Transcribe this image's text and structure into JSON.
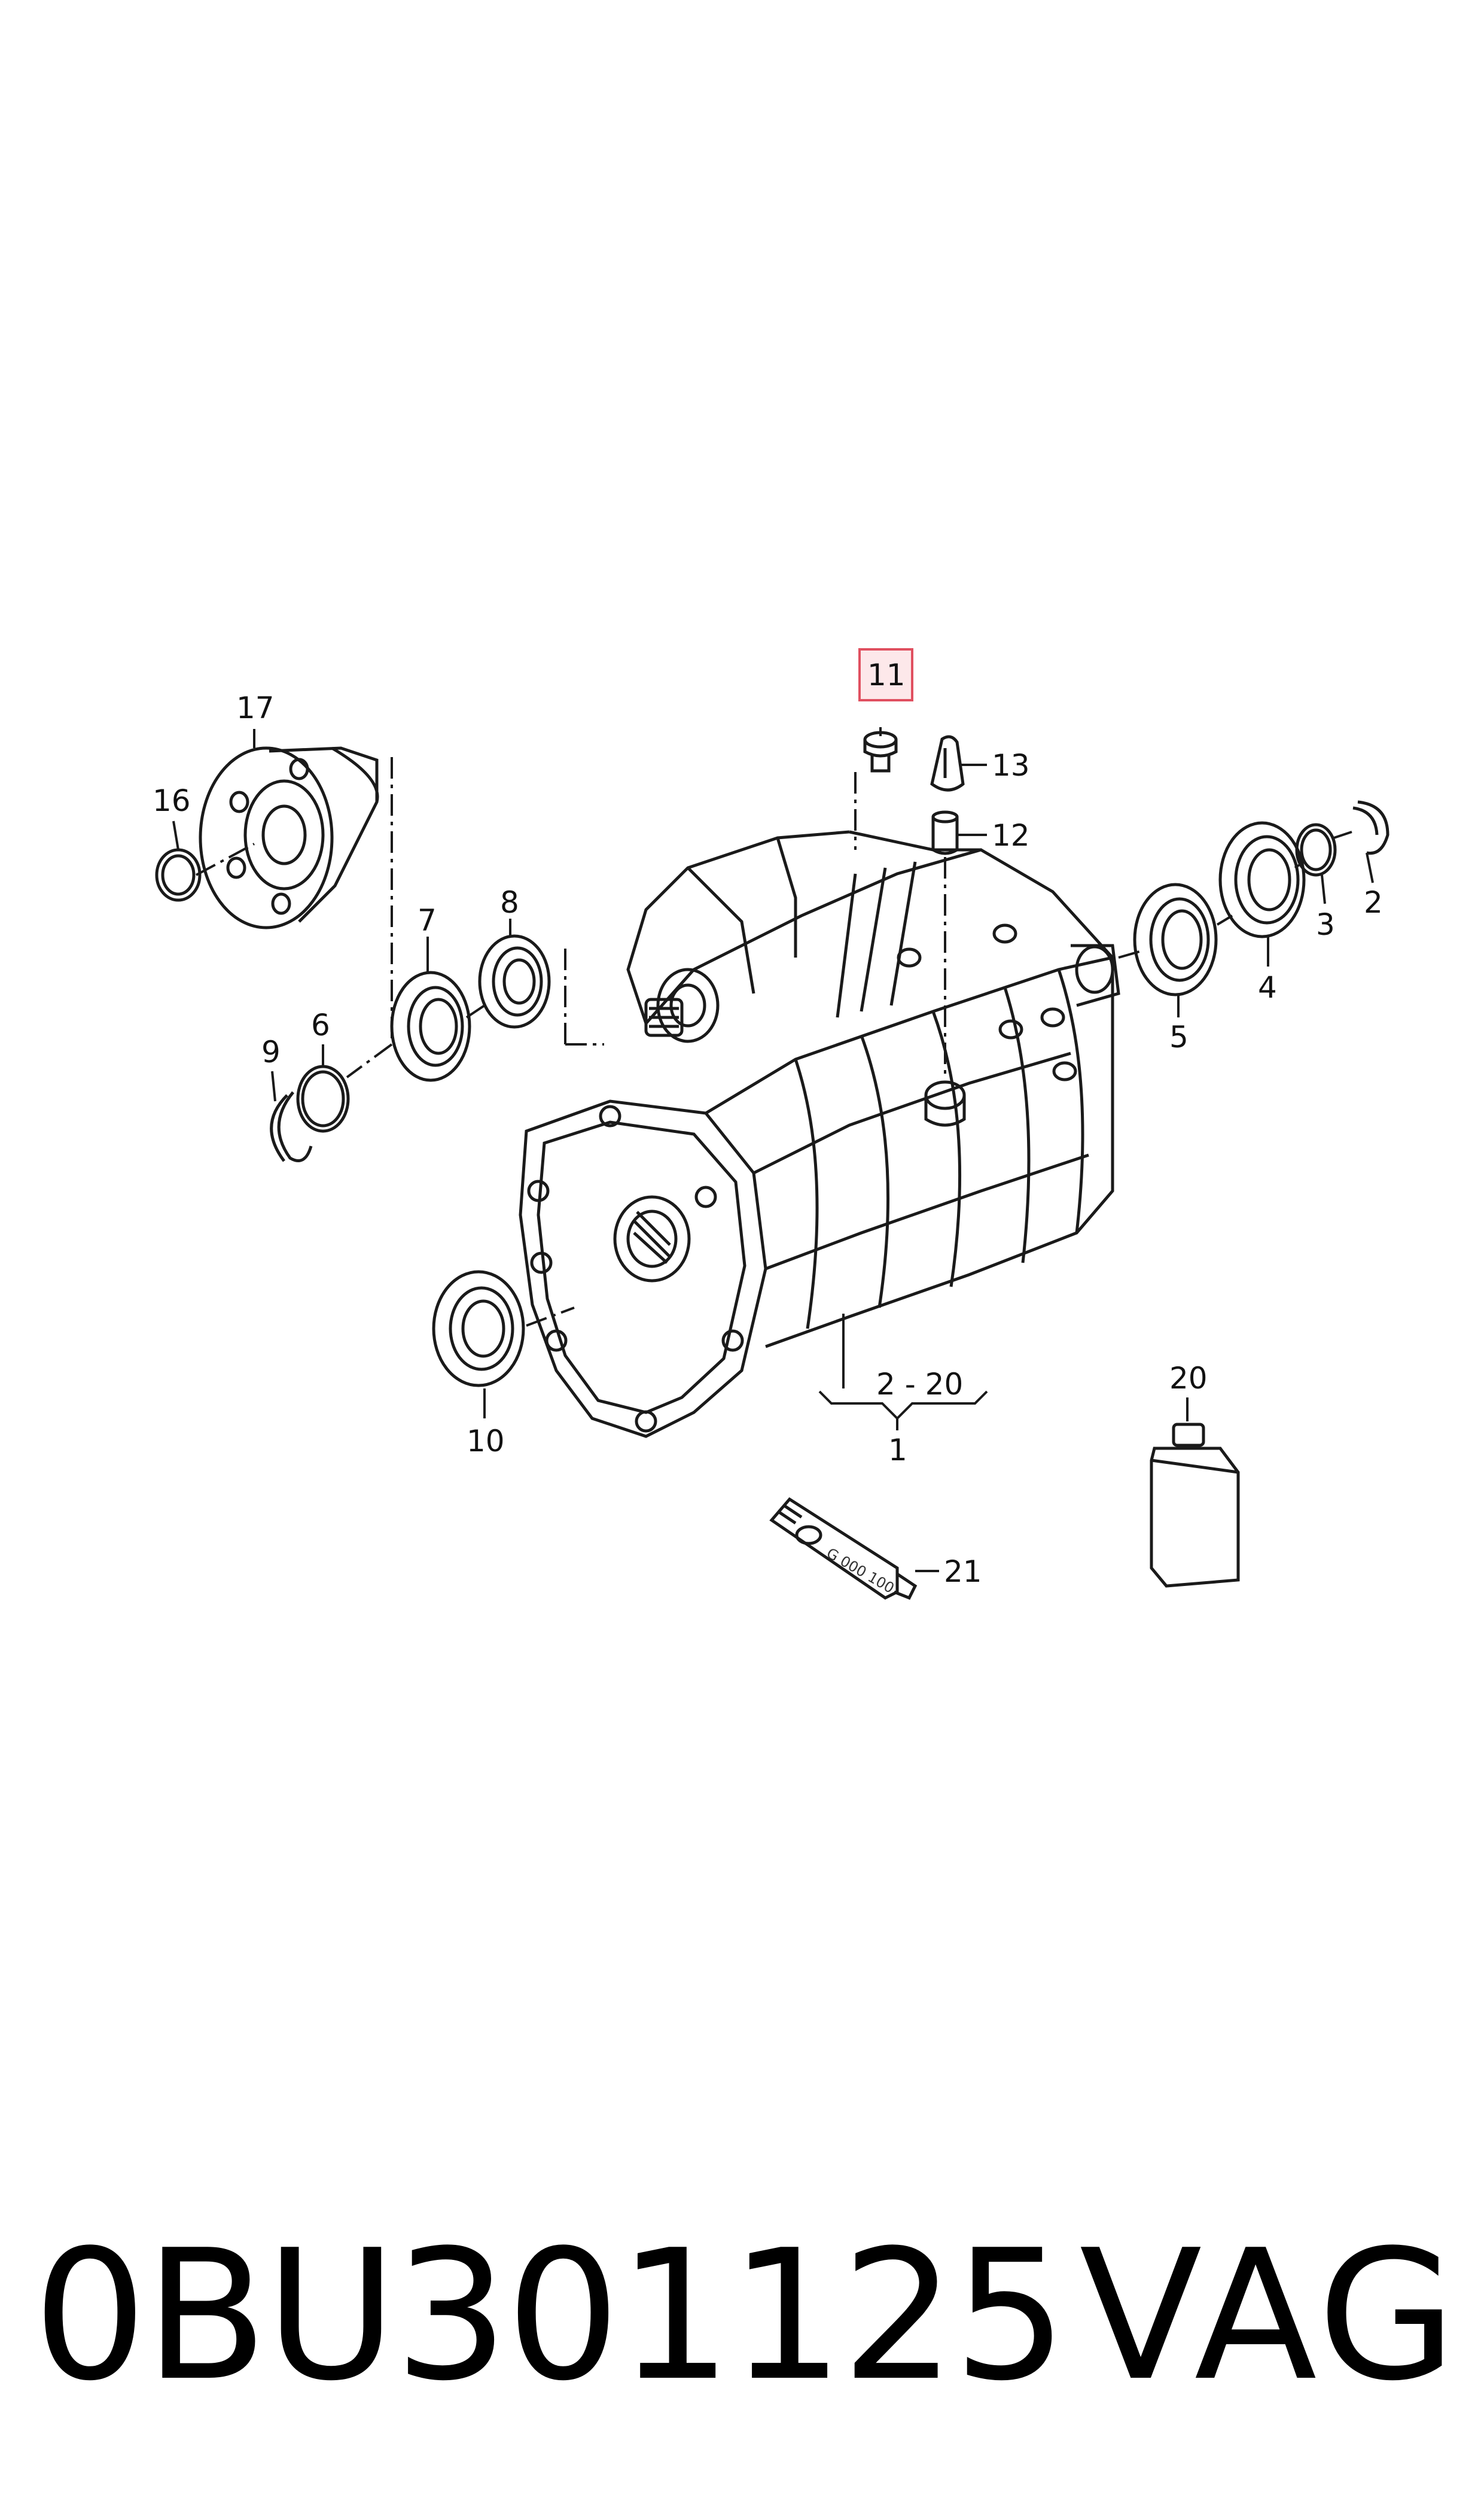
{
  "callouts": {
    "c1": "1",
    "c2": "2",
    "c3": "3",
    "c4": "4",
    "c5": "5",
    "c6": "6",
    "c7": "7",
    "c8": "8",
    "c9": "9",
    "c10": "10",
    "c11": "11",
    "c12": "12",
    "c13": "13",
    "c16": "16",
    "c17": "17",
    "c20": "20",
    "c21": "21",
    "range": "2 - 20"
  },
  "tube_label": "G 000 100",
  "footer": {
    "part_number": "0BU301125",
    "brand": "VAG"
  },
  "colors": {
    "line": "#1a1a1a",
    "highlight_fill": "#fde8ea",
    "highlight_stroke": "#e05060"
  }
}
